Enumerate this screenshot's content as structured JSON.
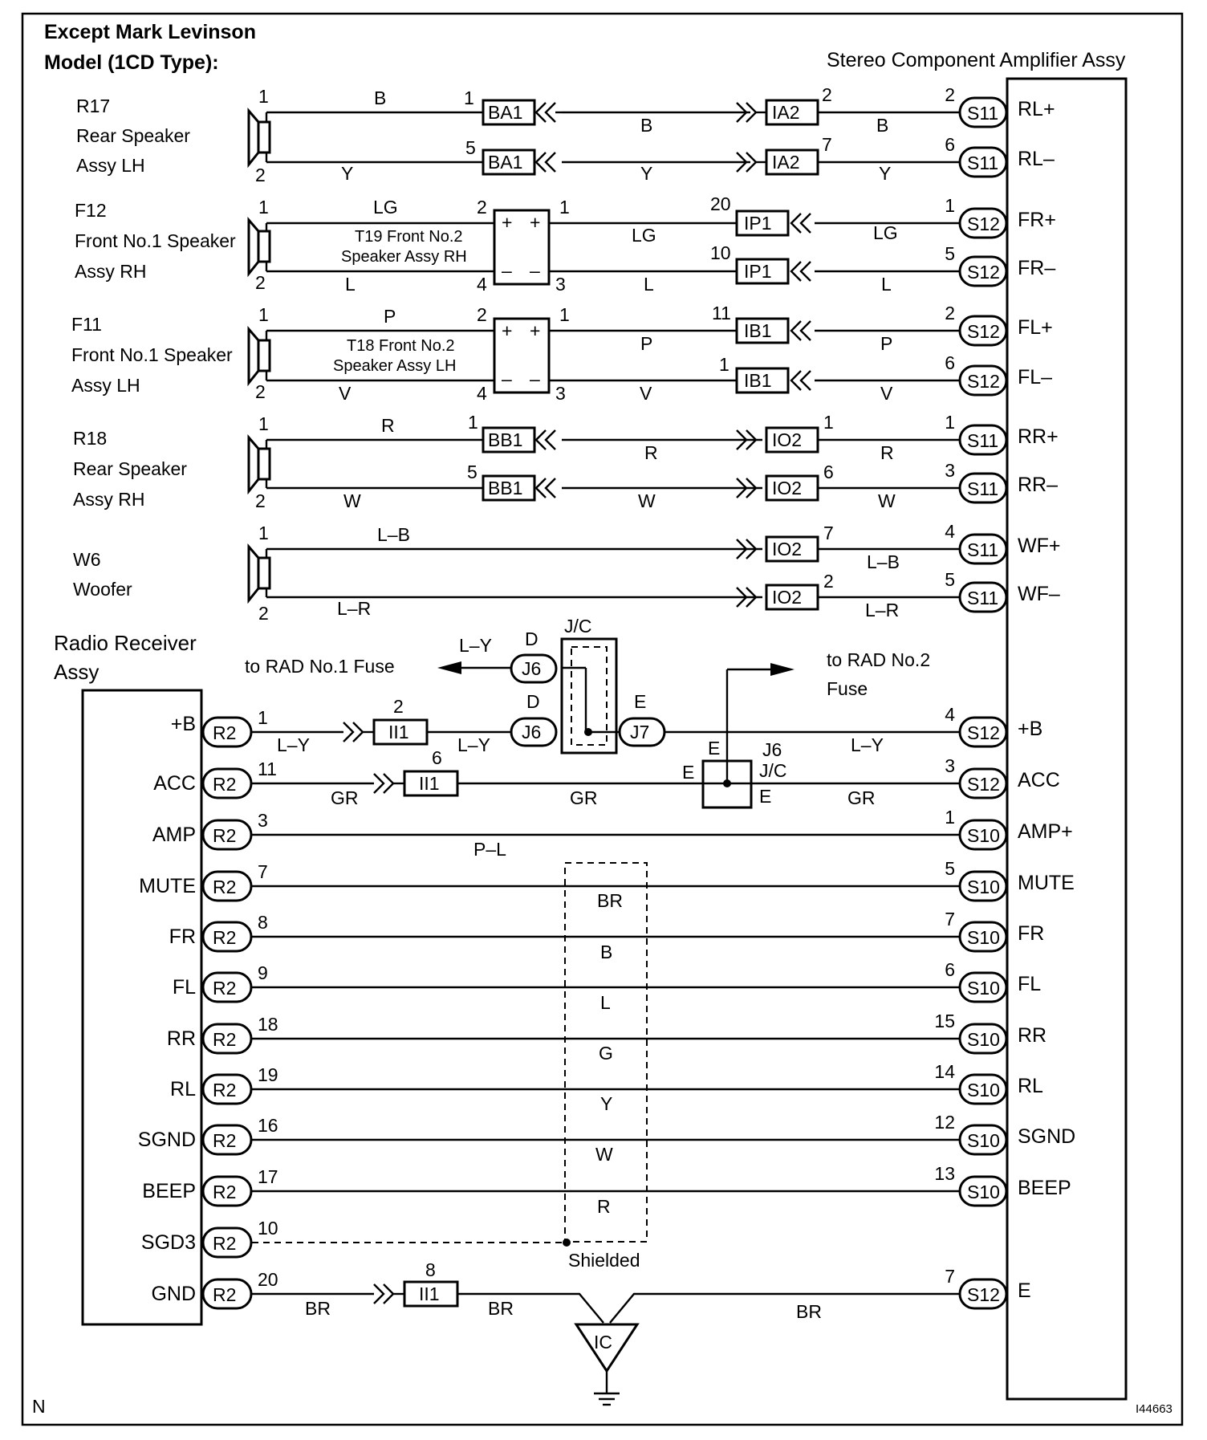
{
  "title_line1": "Except Mark Levinson",
  "title_line2": "Model (1CD Type):",
  "amp_title": "Stereo Component Amplifier Assy",
  "radio_title_1": "Radio  Receiver",
  "radio_title_2": "Assy",
  "corner_left": "N",
  "corner_right": "I44663",
  "shielded_label": "Shielded",
  "ic_label": "IC",
  "fuse1_label": "to RAD No.1 Fuse",
  "fuse2_label_1": "to RAD No.2",
  "fuse2_label_2": "Fuse",
  "jc_label": "J/C",
  "speakers": [
    {
      "id": "R17",
      "name1": "Rear Speaker",
      "name2": "Assy LH"
    },
    {
      "id": "F12",
      "name1": "Front No.1 Speaker",
      "name2": "Assy RH"
    },
    {
      "id": "F11",
      "name1": "Front No.1 Speaker",
      "name2": "Assy LH"
    },
    {
      "id": "R18",
      "name1": "Rear Speaker",
      "name2": "Assy RH"
    },
    {
      "id": "W6",
      "name1": "Woofer",
      "name2": ""
    }
  ],
  "tweeters": [
    {
      "line1": "T19 Front No.2",
      "line2": "Speaker Assy RH"
    },
    {
      "line1": "T18 Front No.2",
      "line2": "Speaker Assy LH"
    }
  ],
  "amp_terms": [
    "RL+",
    "RL–",
    "FR+",
    "FR–",
    "FL+",
    "FL–",
    "RR+",
    "RR–",
    "WF+",
    "WF–",
    "+B",
    "ACC",
    "AMP+",
    "MUTE",
    "FR",
    "FL",
    "RR",
    "RL",
    "SGND",
    "BEEP",
    "E"
  ],
  "radio_terms": [
    "+B",
    "ACC",
    "AMP",
    "MUTE",
    "FR",
    "FL",
    "RR",
    "RL",
    "SGND",
    "BEEP",
    "SGD3",
    "GND"
  ],
  "connectors": {
    "S11": "S11",
    "S12": "S12",
    "S10": "S10",
    "R2": "R2",
    "BA1": "BA1",
    "IA2": "IA2",
    "IP1": "IP1",
    "IB1": "IB1",
    "BB1": "BB1",
    "IO2": "IO2",
    "II1": "II1",
    "J6": "J6",
    "J7": "J7"
  },
  "pins": {
    "r17_sp_1": "1",
    "r17_sp_2": "2",
    "r17_ba1_1": "1",
    "r17_ba1_5": "5",
    "r17_ia2_2": "2",
    "r17_ia2_7": "7",
    "r17_s11_2": "2",
    "r17_s11_6": "6",
    "f12_sp_1": "1",
    "f12_sp_2": "2",
    "f12_tw_2": "2",
    "f12_tw_4": "4",
    "f12_tw_1": "1",
    "f12_tw_3": "3",
    "f12_ip1_20": "20",
    "f12_ip1_10": "10",
    "f12_s12_1": "1",
    "f12_s12_5": "5",
    "f11_sp_1": "1",
    "f11_sp_2": "2",
    "f11_tw_2": "2",
    "f11_tw_4": "4",
    "f11_tw_1": "1",
    "f11_tw_3": "3",
    "f11_ib1_11": "11",
    "f11_ib1_1": "1",
    "f11_s12_2": "2",
    "f11_s12_6": "6",
    "r18_sp_1": "1",
    "r18_sp_2": "2",
    "r18_bb1_1": "1",
    "r18_bb1_5": "5",
    "r18_io2_1": "1",
    "r18_io2_6": "6",
    "r18_s11_1": "1",
    "r18_s11_3": "3",
    "w6_sp_1": "1",
    "w6_sp_2": "2",
    "w6_io2_7": "7",
    "w6_io2_2": "2",
    "w6_s11_4": "4",
    "w6_s11_5": "5",
    "b_r2": "1",
    "b_ii1": "2",
    "b_s12": "4",
    "acc_r2": "11",
    "acc_ii1": "6",
    "acc_s12": "3",
    "amp_r2": "3",
    "amp_s10": "1",
    "mute_r2": "7",
    "mute_s10": "5",
    "fr_r2": "8",
    "fr_s10": "7",
    "fl_r2": "9",
    "fl_s10": "6",
    "rr_r2": "18",
    "rr_s10": "15",
    "rl_r2": "19",
    "rl_s10": "14",
    "sgnd_r2": "16",
    "sgnd_s10": "12",
    "beep_r2": "17",
    "beep_s10": "13",
    "sgd3_r2": "10",
    "gnd_r2": "20",
    "gnd_ii1": "8",
    "gnd_s12": "7"
  },
  "wire_colors": {
    "r17_a1": "B",
    "r17_a2": "B",
    "r17_a3": "B",
    "r17_b1": "Y",
    "r17_b2": "Y",
    "r17_b3": "Y",
    "f12_a1": "LG",
    "f12_a2": "LG",
    "f12_a3": "LG",
    "f12_b1": "L",
    "f12_b2": "L",
    "f12_b3": "L",
    "f11_a1": "P",
    "f11_a2": "P",
    "f11_a3": "P",
    "f11_b1": "V",
    "f11_b2": "V",
    "f11_b3": "V",
    "r18_a1": "R",
    "r18_a2": "R",
    "r18_a3": "R",
    "r18_b1": "W",
    "r18_b2": "W",
    "r18_b3": "W",
    "w6_a1": "L–B",
    "w6_a2": "L–B",
    "w6_b1": "L–R",
    "w6_b2": "L–R",
    "b_1": "L–Y",
    "b_2": "L–Y",
    "b_3": "L–Y",
    "b_up": "L–Y",
    "acc_1": "GR",
    "acc_2": "GR",
    "acc_3": "GR",
    "amp": "P–L",
    "mute": "BR",
    "fr": "B",
    "fl": "L",
    "rr": "G",
    "rl": "Y",
    "sgnd": "W",
    "beep": "R",
    "gnd_1": "BR",
    "gnd_2": "BR",
    "gnd_3": "BR"
  },
  "jc_pins": {
    "j6_top": "D",
    "j6_mid": "D",
    "j7": "E",
    "j6b_e1": "E",
    "j6b_e2": "E",
    "j6b_e3": "E",
    "j6b_name": "J6",
    "j6b_jc": "J/C"
  }
}
